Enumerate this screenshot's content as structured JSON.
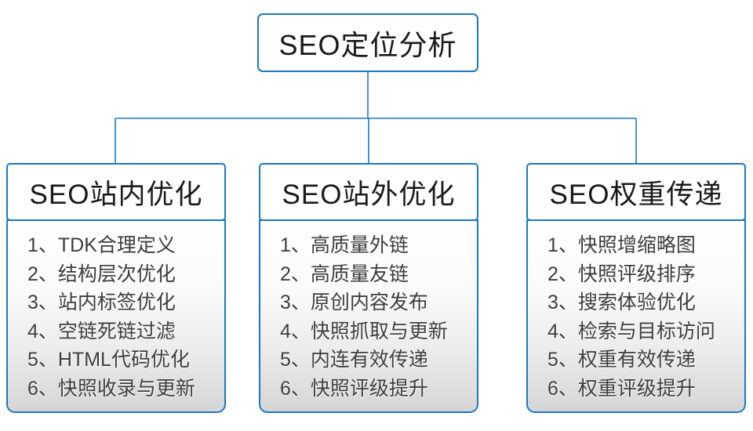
{
  "root": {
    "title": "SEO定位分析"
  },
  "columns": [
    {
      "title": "SEO站内优化",
      "items": [
        "1、TDK合理定义",
        "2、结构层次优化",
        "3、站内标签优化",
        "4、空链死链过滤",
        "5、HTML代码优化",
        "6、快照收录与更新"
      ]
    },
    {
      "title": "SEO站外优化",
      "items": [
        "1、高质量外链",
        "2、高质量友链",
        "3、原创内容发布",
        "4、快照抓取与更新",
        "5、内连有效传递",
        "6、快照评级提升"
      ]
    },
    {
      "title": "SEO权重传递",
      "items": [
        "1、快照增缩略图",
        "2、快照评级排序",
        "3、搜索体验优化",
        "4、检索与目标访问",
        "5、权重有效传递",
        "6、权重评级提升"
      ]
    }
  ],
  "colors": {
    "accent_blue": "#1b78c4",
    "list_text": "#3d3d3d",
    "title_text": "#1a1a1a",
    "list_gradient_bottom": "#d5d5d5",
    "background": "#ffffff"
  }
}
